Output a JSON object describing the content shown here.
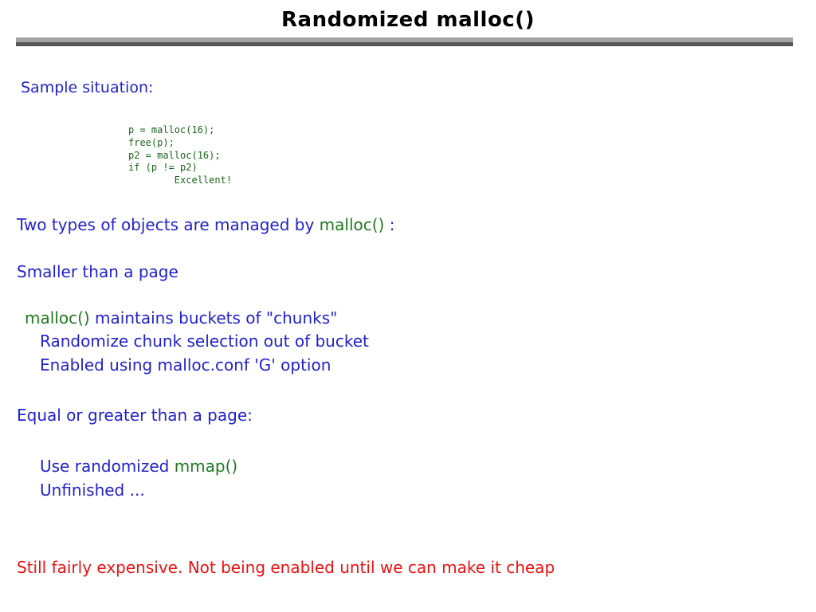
{
  "slide": {
    "title": "Randomized malloc()",
    "colors": {
      "heading": "#000000",
      "body_blue": "#2222cc",
      "keyword_green": "#1f7a1f",
      "warning_red": "#ee1111",
      "rule_light": "#a3a3a3",
      "rule_dark": "#565656",
      "background": "#ffffff"
    },
    "intro_label": "Sample situation:",
    "code_sample": "p = malloc(16);\nfree(p);\np2 = malloc(16);\nif (p != p2)\n        Excellent!",
    "code_lines": [
      "p = malloc(16);",
      "free(p);",
      "p2 = malloc(16);",
      "if (p != p2)",
      "        Excellent!"
    ],
    "lines": {
      "two_types_prefix": "Two types of objects are managed by ",
      "two_types_keyword": "malloc()",
      "two_types_suffix": " :",
      "smaller_than_page": "Smaller than a page",
      "buckets_keyword": "malloc()",
      "buckets_rest": " maintains buckets of \"chunks\"",
      "randomize_chunk": "Randomize chunk selection out of bucket",
      "enabled_option": "Enabled using malloc.conf 'G' option",
      "equal_or_greater": "Equal or greater than a page:",
      "use_randomized_prefix": "Use randomized ",
      "use_randomized_keyword": "mmap()",
      "unfinished": "Unfinished ...",
      "final_note": "Still fairly expensive.  Not being enabled until we can make it cheap"
    }
  }
}
